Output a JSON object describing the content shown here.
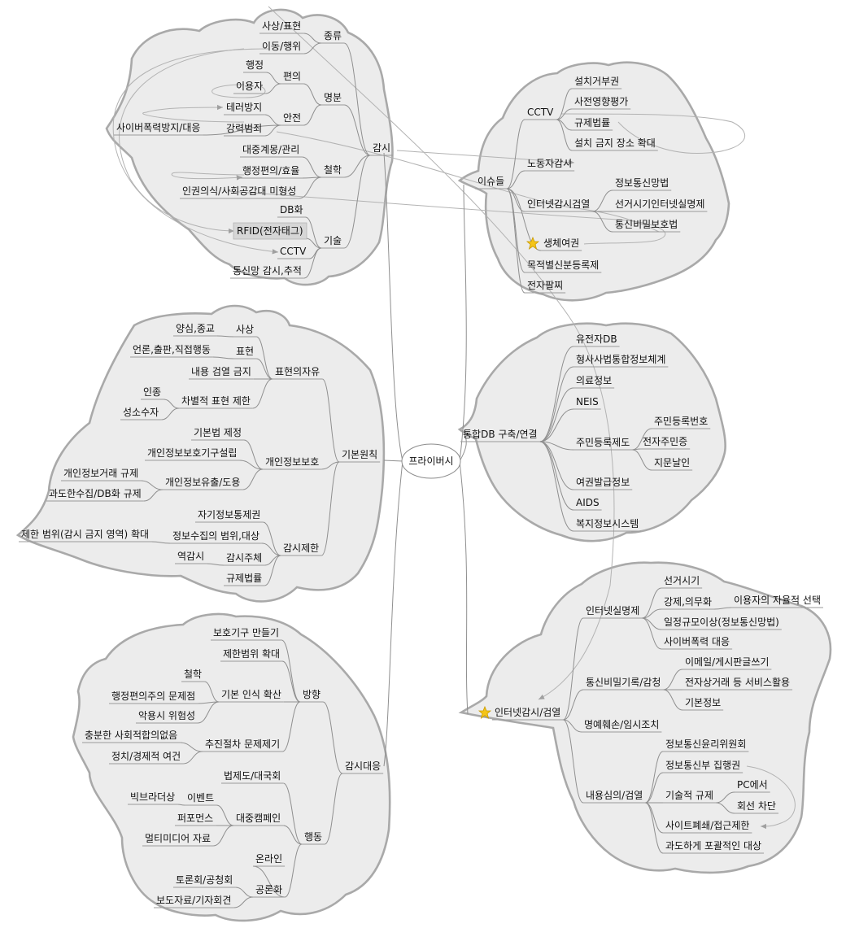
{
  "center": "프라이버시",
  "topics": [
    {
      "label": "감시",
      "children": [
        {
          "label": "종류",
          "children": [
            {
              "label": "사상/표현"
            },
            {
              "label": "이동/행위"
            }
          ]
        },
        {
          "label": "명분",
          "children": [
            {
              "label": "편의",
              "children": [
                {
                  "label": "행정"
                },
                {
                  "label": "이용자"
                }
              ]
            },
            {
              "label": "안전",
              "children": [
                {
                  "label": "테러방지"
                },
                {
                  "label": "사이버폭력방지/대응"
                },
                {
                  "label": "강력범죄"
                }
              ]
            }
          ]
        },
        {
          "label": "철학",
          "children": [
            {
              "label": "대중계몽/관리"
            },
            {
              "label": "행정편의/효율"
            },
            {
              "label": "인권의식/사회공감대 미형성"
            }
          ]
        },
        {
          "label": "기술",
          "children": [
            {
              "label": "DB화"
            },
            {
              "label": "RFID(전자태그)"
            },
            {
              "label": "CCTV"
            },
            {
              "label": "통신망 감시,추적"
            }
          ]
        }
      ]
    },
    {
      "label": "기본원칙",
      "children": [
        {
          "label": "표현의자유",
          "children": [
            {
              "label": "사상",
              "children": [
                {
                  "label": "양심,종교"
                }
              ]
            },
            {
              "label": "표현",
              "children": [
                {
                  "label": "언론,출판,직접행동"
                }
              ]
            },
            {
              "label": "내용 검열 금지"
            },
            {
              "label": "차별적 표현 제한",
              "children": [
                {
                  "label": "인종"
                },
                {
                  "label": "성소수자"
                }
              ]
            }
          ]
        },
        {
          "label": "개인정보보호",
          "children": [
            {
              "label": "기본법 제정"
            },
            {
              "label": "개인정보보호기구설립"
            },
            {
              "label": "개인정보유출/도용",
              "children": [
                {
                  "label": "개인정보거래 규제"
                },
                {
                  "label": "과도한수집/DB화 규제"
                }
              ]
            }
          ]
        },
        {
          "label": "감시제한",
          "children": [
            {
              "label": "자기정보통제권"
            },
            {
              "label": "정보수집의 범위,대상",
              "children": [
                {
                  "label": "제한 범위(감시 금지 영역) 확대"
                }
              ]
            },
            {
              "label": "감시주체",
              "children": [
                {
                  "label": "역감시"
                }
              ]
            },
            {
              "label": "규제법률"
            }
          ]
        }
      ]
    },
    {
      "label": "감시대응",
      "children": [
        {
          "label": "방향",
          "children": [
            {
              "label": "보호기구 만들기"
            },
            {
              "label": "제한범위 확대"
            },
            {
              "label": "기본 인식 확산",
              "children": [
                {
                  "label": "철학"
                },
                {
                  "label": "행정편의주의 문제점"
                },
                {
                  "label": "악용시 위험성"
                }
              ]
            },
            {
              "label": "추진절차 문제제기",
              "children": [
                {
                  "label": "충분한 사회적합의없음"
                },
                {
                  "label": "정치/경제적 여건"
                }
              ]
            }
          ]
        },
        {
          "label": "행동",
          "children": [
            {
              "label": "법제도/대국회"
            },
            {
              "label": "대중캠페인",
              "children": [
                {
                  "label": "이벤트",
                  "children": [
                    {
                      "label": "빅브라더상"
                    }
                  ]
                },
                {
                  "label": "퍼포먼스"
                },
                {
                  "label": "멀티미디어 자료"
                }
              ]
            },
            {
              "label": "공론화",
              "children": [
                {
                  "label": "온라인"
                },
                {
                  "label": "토론회/공청회"
                },
                {
                  "label": "보도자료/기자회견"
                }
              ]
            }
          ]
        }
      ]
    },
    {
      "label": "이슈들",
      "children": [
        {
          "label": "CCTV",
          "children": [
            {
              "label": "설치거부권"
            },
            {
              "label": "사전영향평가"
            },
            {
              "label": "규제법률"
            },
            {
              "label": "설치 금지 장소 확대"
            }
          ]
        },
        {
          "label": "노동자감시"
        },
        {
          "label": "인터넷감시검열",
          "children": [
            {
              "label": "정보통신망법"
            },
            {
              "label": "선거시기인터넷실명제"
            },
            {
              "label": "통신비밀보호법"
            }
          ]
        },
        {
          "label": "생체여권",
          "icon": "star-icon"
        },
        {
          "label": "목적별신분등록제"
        },
        {
          "label": "전자팔찌"
        }
      ]
    },
    {
      "label": "통합DB 구축/연결",
      "children": [
        {
          "label": "유전자DB"
        },
        {
          "label": "형사사법통합정보체계"
        },
        {
          "label": "의료정보"
        },
        {
          "label": "NEIS"
        },
        {
          "label": "주민등록제도",
          "children": [
            {
              "label": "주민등록번호"
            },
            {
              "label": "전자주민증"
            },
            {
              "label": "지문날인"
            }
          ]
        },
        {
          "label": "여권발급정보"
        },
        {
          "label": "AIDS"
        },
        {
          "label": "복지정보시스템"
        }
      ]
    },
    {
      "label": "인터넷감시/검열",
      "icon": "star-icon",
      "children": [
        {
          "label": "인터넷실명제",
          "children": [
            {
              "label": "선거시기"
            },
            {
              "label": "강제,의무화",
              "children": [
                {
                  "label": "이용자의 자율적 선택"
                }
              ]
            },
            {
              "label": "일정규모이상(정보통신망법)"
            },
            {
              "label": "사이버폭력 대응"
            }
          ]
        },
        {
          "label": "통신비밀기록/감청",
          "children": [
            {
              "label": "이메일/게시판글쓰기"
            },
            {
              "label": "전자상거래 등 서비스활용"
            },
            {
              "label": "기본정보"
            }
          ]
        },
        {
          "label": "명예훼손/임시조치"
        },
        {
          "label": "내용심의/검열",
          "children": [
            {
              "label": "정보통신윤리위원회"
            },
            {
              "label": "정보통신부 집행권"
            },
            {
              "label": "기술적 규제",
              "children": [
                {
                  "label": "PC에서"
                },
                {
                  "label": "회선 차단"
                }
              ]
            },
            {
              "label": "사이트폐쇄/접근제한"
            },
            {
              "label": "과도하게 포괄적인 대상"
            }
          ]
        }
      ]
    }
  ]
}
